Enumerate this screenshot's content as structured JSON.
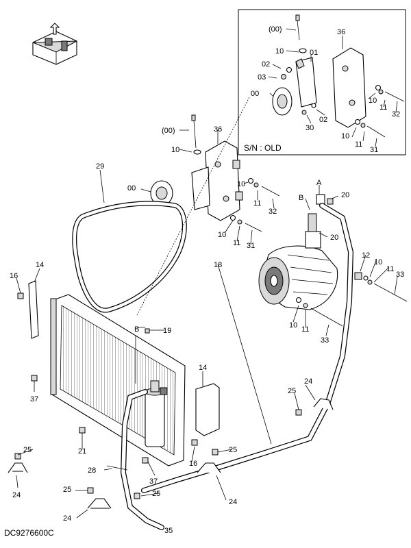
{
  "inset": {
    "caption": "S/N : OLD"
  },
  "drawing_code": "DC9276600C",
  "labels": {
    "i_00a": "(00)",
    "i_36": "36",
    "i_10a": "10",
    "i_01": "01",
    "i_02a": "02",
    "i_03": "03",
    "i_00b": "00",
    "i_30": "30",
    "i_02b": "02",
    "i_10b": "10",
    "i_11a": "11",
    "i_32": "32",
    "i_10c": "10",
    "i_11b": "11",
    "i_31": "31",
    "m_00a": "(00)",
    "m_36": "36",
    "m_10a": "10",
    "m_29": "29",
    "m_00b": "00",
    "m_10b": "10",
    "m_11a": "11",
    "m_32": "32",
    "m_10c": "10",
    "m_11b": "11",
    "m_31": "31",
    "m_18": "18",
    "m_A": "A",
    "m_20a": "20",
    "m_B": "B",
    "m_20b": "20",
    "m_12": "12",
    "m_10d": "10",
    "m_11c": "11",
    "m_33a": "33",
    "m_10e": "10",
    "m_11d": "11",
    "m_33b": "33",
    "m_14a": "14",
    "m_16a": "16",
    "m_Bb": "B",
    "m_19": "19",
    "m_37a": "37",
    "m_14b": "14",
    "m_24a": "24",
    "m_25a": "25",
    "m_21": "21",
    "m_25b": "25",
    "m_24b": "24",
    "m_28": "28",
    "m_16b": "16",
    "m_25c": "25",
    "m_37b": "37",
    "m_24c": "24",
    "m_25d": "25",
    "m_25e": "25",
    "m_24d": "24",
    "m_35": "35"
  }
}
